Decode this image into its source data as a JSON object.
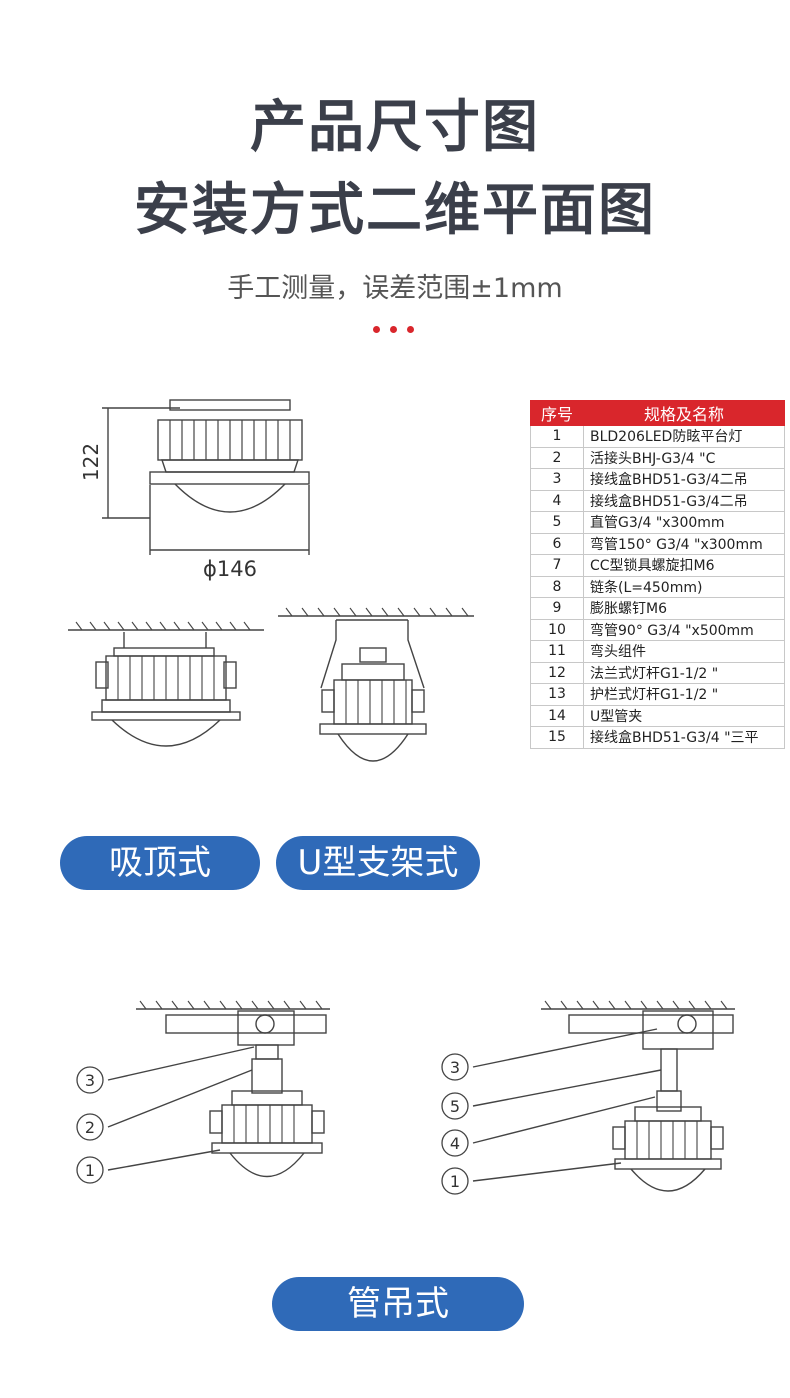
{
  "header": {
    "title_line1": "产品尺寸图",
    "title_line2": "安装方式二维平面图",
    "subtitle": "手工测量，误差范围±1mm"
  },
  "dimensions": {
    "height_label": "122",
    "width_label": "ϕ146"
  },
  "spec_table": {
    "headers": [
      "序号",
      "规格及名称"
    ],
    "rows": [
      {
        "no": "1",
        "name": "BLD206LED防眩平台灯"
      },
      {
        "no": "2",
        "name": "活接头BHJ-G3/4 \"C"
      },
      {
        "no": "3",
        "name": "接线盒BHD51-G3/4二吊"
      },
      {
        "no": "4",
        "name": "接线盒BHD51-G3/4二吊"
      },
      {
        "no": "5",
        "name": "直管G3/4 \"x300mm"
      },
      {
        "no": "6",
        "name": "弯管150° G3/4 \"x300mm"
      },
      {
        "no": "7",
        "name": "CC型锁具螺旋扣M6"
      },
      {
        "no": "8",
        "name": "链条(L=450mm)"
      },
      {
        "no": "9",
        "name": "膨胀螺钉M6"
      },
      {
        "no": "10",
        "name": "弯管90° G3/4 \"x500mm"
      },
      {
        "no": "11",
        "name": "弯头组件"
      },
      {
        "no": "12",
        "name": "法兰式灯杆G1-1/2 \""
      },
      {
        "no": "13",
        "name": "护栏式灯杆G1-1/2 \""
      },
      {
        "no": "14",
        "name": "U型管夹"
      },
      {
        "no": "15",
        "name": "接线盒BHD51-G3/4 \"三平"
      }
    ]
  },
  "mount_labels": {
    "ceiling": "吸顶式",
    "u_bracket": "U型支架式",
    "pendant": "管吊式"
  },
  "callouts": {
    "left": [
      "3",
      "2",
      "1"
    ],
    "right": [
      "3",
      "5",
      "4",
      "1"
    ]
  },
  "colors": {
    "accent_red": "#d9262c",
    "pill_blue": "#2f6ab8",
    "title_gray": "#3b3f4a"
  }
}
